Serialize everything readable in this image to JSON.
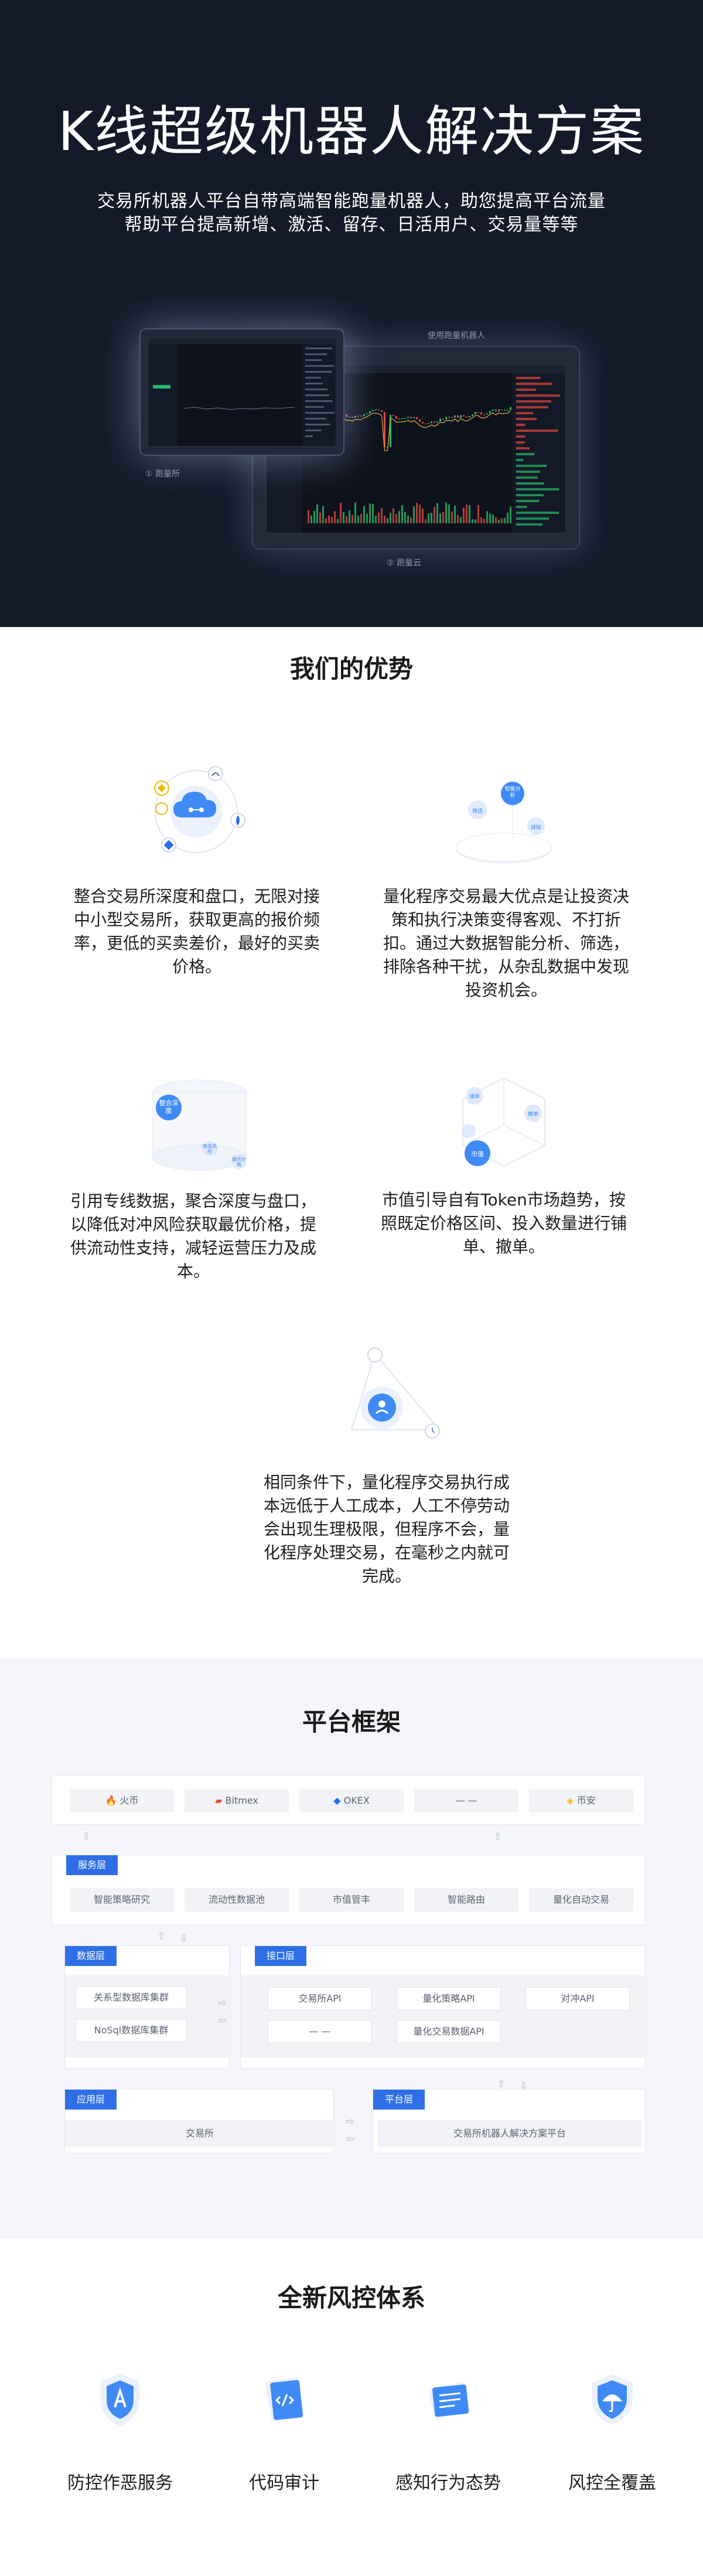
{
  "hero": {
    "title": "K线超级机器人解决方案",
    "subtitle_line1": "交易所机器人平台自带高端智能跑量机器人，助您提高平台流量",
    "subtitle_line2": "帮助平台提高新增、激活、留存、日活用户、交易量等等",
    "label_exchange": "① 跑量所",
    "label_robot": "使用跑量机器人",
    "label_cloud": "② 跑量云"
  },
  "advantages": {
    "title": "我们的优势",
    "items": [
      {
        "text": "整合交易所深度和盘口，无限对接中小型交易所，获取更高的报价频率，更低的买卖差价，最好的买卖价格。",
        "icon": "cloud-exchange-icon"
      },
      {
        "text": "量化程序交易最大优点是让投资决策和执行决策变得客观、不打折扣。通过大数据智能分析、筛选，排除各种干扰，从杂乱数据中发现投资机会。",
        "icon": "smart-analysis-icon",
        "badges": [
          "智能分析",
          "筛选",
          "排除"
        ]
      },
      {
        "text": "引用专线数据，聚合深度与盘口，以降低对冲风险获取最优价格，提供流动性支持，减轻运营压力及成本。",
        "icon": "data-cylinder-icon",
        "badges": [
          "整合深度",
          "降低风险",
          "最优价格"
        ]
      },
      {
        "text": "市值引导自有Token市场趋势，按照既定价格区间、投入数量进行铺单、撤单。",
        "icon": "market-cube-icon",
        "badges": [
          "铺单",
          "撤单",
          "市值"
        ]
      },
      {
        "text": "相同条件下，量化程序交易执行成本远低于人工成本，人工不停劳动会出现生理极限，但程序不会，量化程序处理交易，在毫秒之内就可完成。",
        "icon": "cost-triangle-icon"
      }
    ]
  },
  "framework": {
    "title": "平台框架",
    "exchanges": [
      "火币",
      "Bitmex",
      "OKEX",
      "— —",
      "币安"
    ],
    "service_tag": "服务层",
    "service_items": [
      "智能策略研究",
      "流动性数据池",
      "市值管丰",
      "智能路由",
      "量化自动交易"
    ],
    "data_tag": "数据层",
    "data_items": [
      "关系型数据库集群",
      "NoSql数据库集群"
    ],
    "api_tag": "接口层",
    "api_items": [
      "交易所API",
      "量化策略API",
      "对冲API",
      "— —",
      "量化交易数据API"
    ],
    "app_tag": "应用层",
    "app_items": [
      "交易所"
    ],
    "platform_tag": "平台层",
    "platform_items": [
      "交易所机器人解决方案平台"
    ]
  },
  "risk": {
    "title": "全新风控体系",
    "items": [
      {
        "label": "防控作恶服务",
        "icon": "shield-a-icon"
      },
      {
        "label": "代码审计",
        "icon": "code-audit-icon"
      },
      {
        "label": "感知行为态势",
        "icon": "behavior-card-icon"
      },
      {
        "label": "风控全覆盖",
        "icon": "umbrella-shield-icon"
      }
    ]
  },
  "colors": {
    "hero_bg": "#141a29",
    "accent": "#2f6fe6",
    "framework_bg": "#f4f6fb"
  }
}
